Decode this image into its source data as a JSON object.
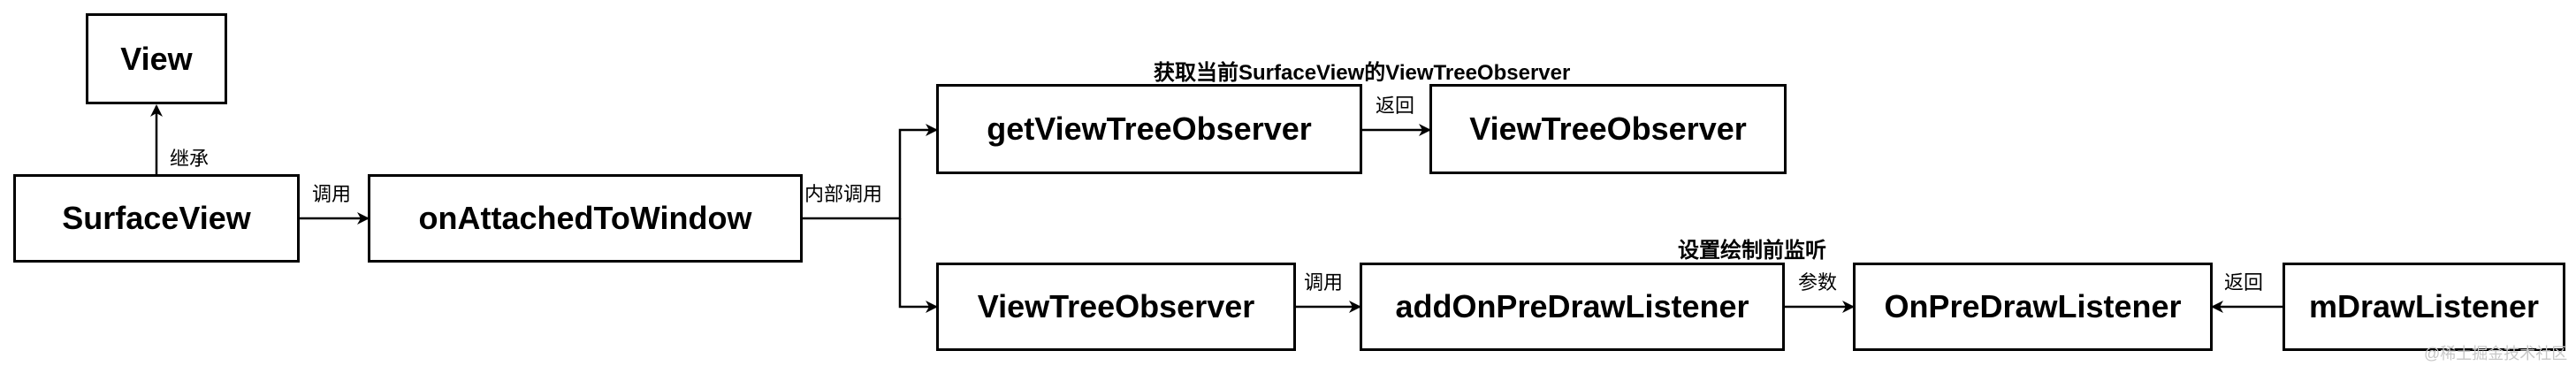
{
  "nodes": {
    "view": "View",
    "surface_view": "SurfaceView",
    "on_attached": "onAttachedToWindow",
    "get_vto": "getViewTreeObserver",
    "vto_result": "ViewTreeObserver",
    "vto_obj": "ViewTreeObserver",
    "add_listener": "addOnPreDrawListener",
    "on_pre_draw": "OnPreDrawListener",
    "m_draw": "mDrawListener"
  },
  "edge_labels": {
    "inherit": "继承",
    "call_1": "调用",
    "internal_call": "内部调用",
    "return_1": "返回",
    "call_2": "调用",
    "param": "参数",
    "return_2": "返回"
  },
  "annotations": {
    "top": "获取当前SurfaceView的ViewTreeObserver",
    "bottom": "设置绘制前监听"
  },
  "watermark": "@稀土掘金技术社区"
}
